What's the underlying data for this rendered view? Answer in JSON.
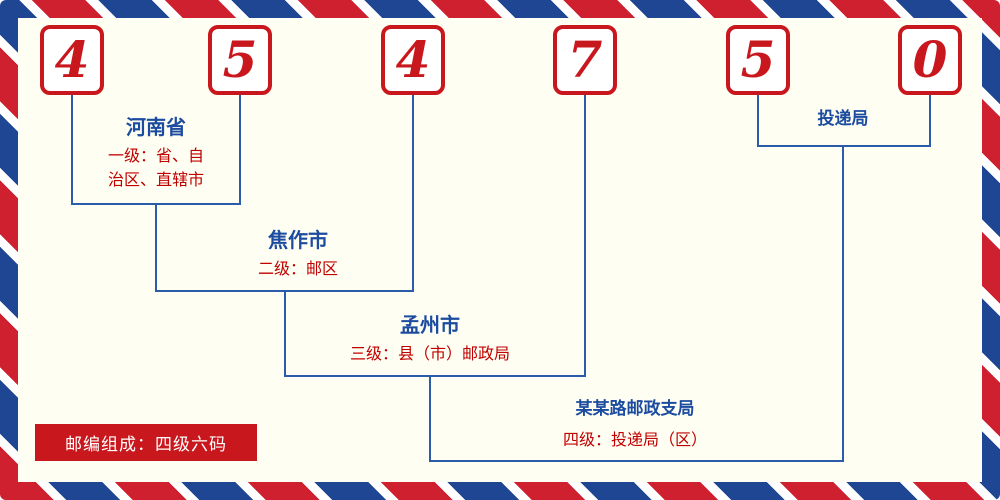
{
  "postal_code": {
    "digits": [
      "4",
      "5",
      "4",
      "7",
      "5",
      "0"
    ]
  },
  "annotations": {
    "level1": {
      "place": "河南省",
      "desc": "一级：省、自治区、直辖市"
    },
    "level2": {
      "place": "焦作市",
      "desc": "二级：邮区"
    },
    "level3": {
      "place": "孟州市",
      "desc": "三级：县（市）邮政局"
    },
    "level4": {
      "place": "某某路邮政支局",
      "desc": "四级：投递局（区）"
    },
    "delivery": {
      "place": "投递局"
    }
  },
  "footer": {
    "composition": "邮编组成：四级六码"
  },
  "colors": {
    "red": "#c9171e",
    "blue_text": "#1c4ca0",
    "line_blue": "#2a5caa",
    "background": "#fffef2",
    "border_red": "#cf2030",
    "border_blue": "#1e4692"
  }
}
